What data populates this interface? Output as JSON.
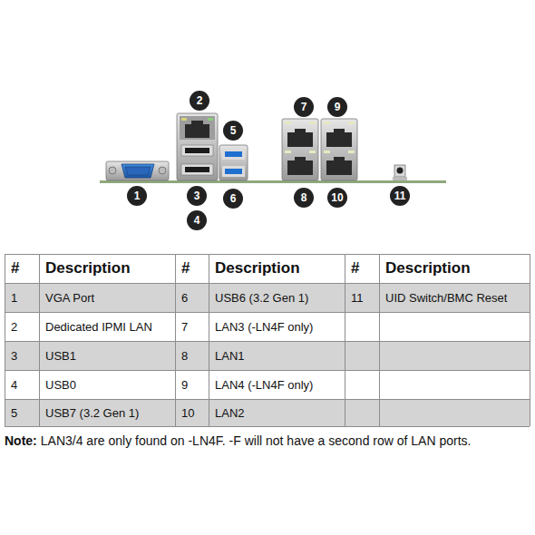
{
  "diagram": {
    "nodes": [
      {
        "text": [
          "1"
        ]
      },
      {
        "text": [
          "2"
        ]
      },
      {
        "text": [
          "3"
        ]
      },
      {
        "text": [
          "4"
        ]
      },
      {
        "text": [
          "5"
        ]
      },
      {
        "text": [
          "6"
        ]
      },
      {
        "text": [
          "7"
        ]
      },
      {
        "text": [
          "8"
        ]
      },
      {
        "text": [
          "9"
        ]
      },
      {
        "text": [
          "10"
        ]
      },
      {
        "text": [
          "11"
        ]
      }
    ],
    "labels": [
      "#",
      "Description",
      "#",
      "Description",
      "#",
      "Description",
      "1",
      "VGA Port",
      "6",
      "USB6 (3.2 Gen 1)",
      "11",
      "UID Switch/BMC Reset",
      "2",
      "Dedicated IPMI LAN",
      "7",
      "LAN3 (-LN4F only)",
      "3",
      "USB1",
      "8",
      "LAN1",
      "4",
      "USB0",
      "9",
      "LAN4 (-LN4F only)",
      "5",
      "USB7 (3.2 Gen 1)",
      "10",
      "LAN2",
      "Note:",
      "LAN3/4 are only found on -LN4F. -F will not have a second row of LAN ports."
    ]
  }
}
